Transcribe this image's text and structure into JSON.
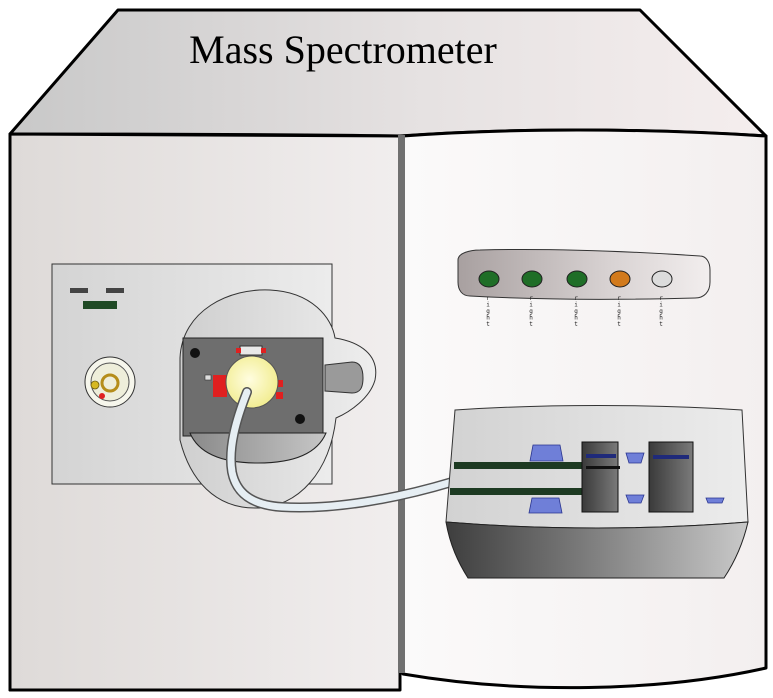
{
  "title": "Mass Spectrometer",
  "colors": {
    "led_green": "#1f6e27",
    "led_orange": "#d27a1c",
    "led_off": "#dcdcdc",
    "ion_source_yellow": "#f7f5a6",
    "red_parts": "#e02020",
    "blue_ports": "#6f7fd8"
  },
  "status_leds": [
    {
      "color": "green",
      "label": "right"
    },
    {
      "color": "green",
      "label": "right"
    },
    {
      "color": "green",
      "label": "right"
    },
    {
      "color": "orange",
      "label": "right"
    },
    {
      "color": "off",
      "label": "right"
    }
  ]
}
